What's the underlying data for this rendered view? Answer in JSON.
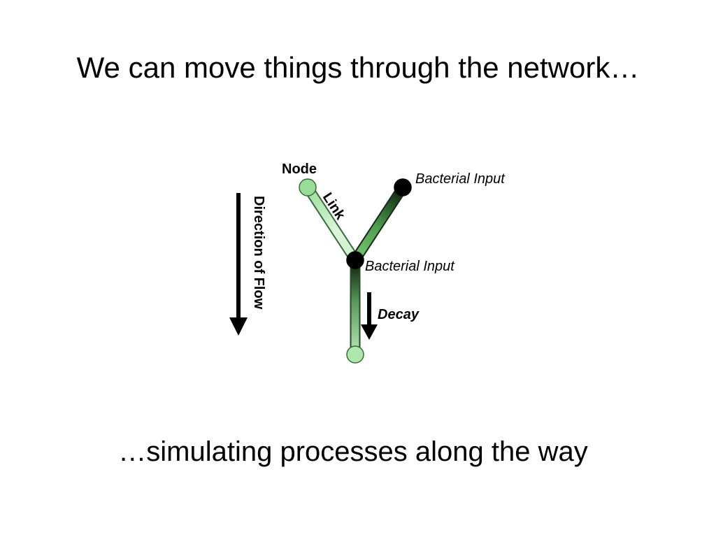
{
  "slide": {
    "title": "We can move things through the network…",
    "subtitle": "…simulating processes along the way"
  },
  "diagram": {
    "labels": {
      "node": "Node",
      "link": "Link",
      "bacterial_input_top": "Bacterial Input",
      "bacterial_input_junction": "Bacterial Input",
      "decay": "Decay",
      "direction": "Direction of Flow"
    },
    "colors": {
      "light_node": "#99dd99",
      "dark_node": "#000000",
      "link_light": "#c8eec8",
      "link_mid": "#55aa55",
      "link_dark": "#0a1a0a",
      "outline": "#3a6b3a"
    }
  }
}
